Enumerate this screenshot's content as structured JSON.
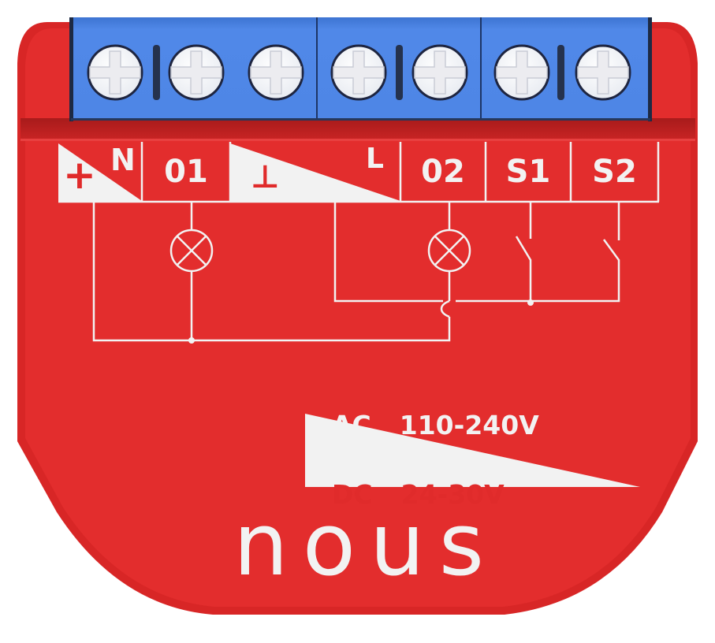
{
  "device": {
    "brand": "nous",
    "body_color": "#e02b2b",
    "body_shadow_color": "#b51d1d",
    "terminal_block_color": "#4e86e6",
    "screw_color": "#ffffff",
    "marking_color": "#f2f2f2"
  },
  "terminals": [
    {
      "label": "+ N",
      "type": "power-neutral"
    },
    {
      "label": "01",
      "type": "output-1"
    },
    {
      "label": "⊥ L",
      "type": "ground-live"
    },
    {
      "label": "02",
      "type": "output-2"
    },
    {
      "label": "S1",
      "type": "switch-1"
    },
    {
      "label": "S2",
      "type": "switch-2"
    }
  ],
  "labels": {
    "plus": "+",
    "n": "N",
    "o1": "01",
    "ground": "⊥",
    "l": "L",
    "o2": "02",
    "s1": "S1",
    "s2": "S2"
  },
  "screw_count": 7,
  "terminal_blocks": 3,
  "wiring_diagram": {
    "lamps": 2,
    "switches": 2,
    "icons": [
      "lamp-icon",
      "lamp-icon",
      "switch-icon",
      "switch-icon"
    ]
  },
  "power_rating": {
    "ac_label": "AC",
    "ac_value": "110-240V",
    "dc_label": "DC",
    "dc_value": "24-30V"
  }
}
